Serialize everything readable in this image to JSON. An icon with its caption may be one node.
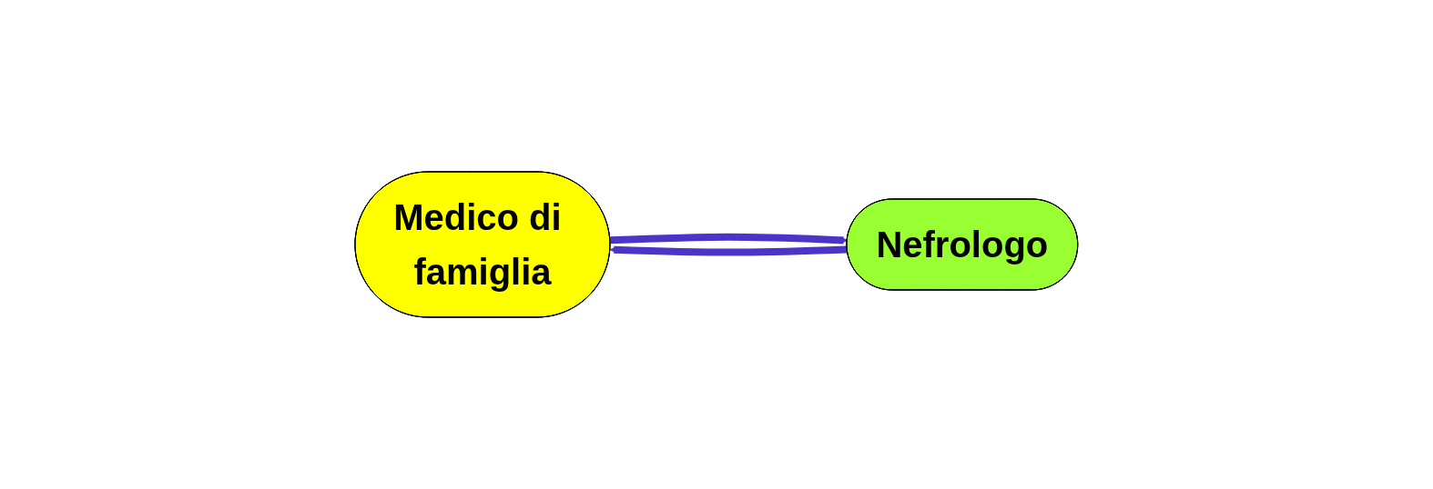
{
  "diagram": {
    "nodes": [
      {
        "text": [
          "Medico di famiglia"
        ]
      },
      {
        "text": [
          "Nefrologo"
        ]
      }
    ],
    "edges": [
      {
        "from": 0,
        "to": 1,
        "arrow": "to"
      },
      {
        "from": 1,
        "to": 0,
        "arrow": "to"
      }
    ]
  }
}
